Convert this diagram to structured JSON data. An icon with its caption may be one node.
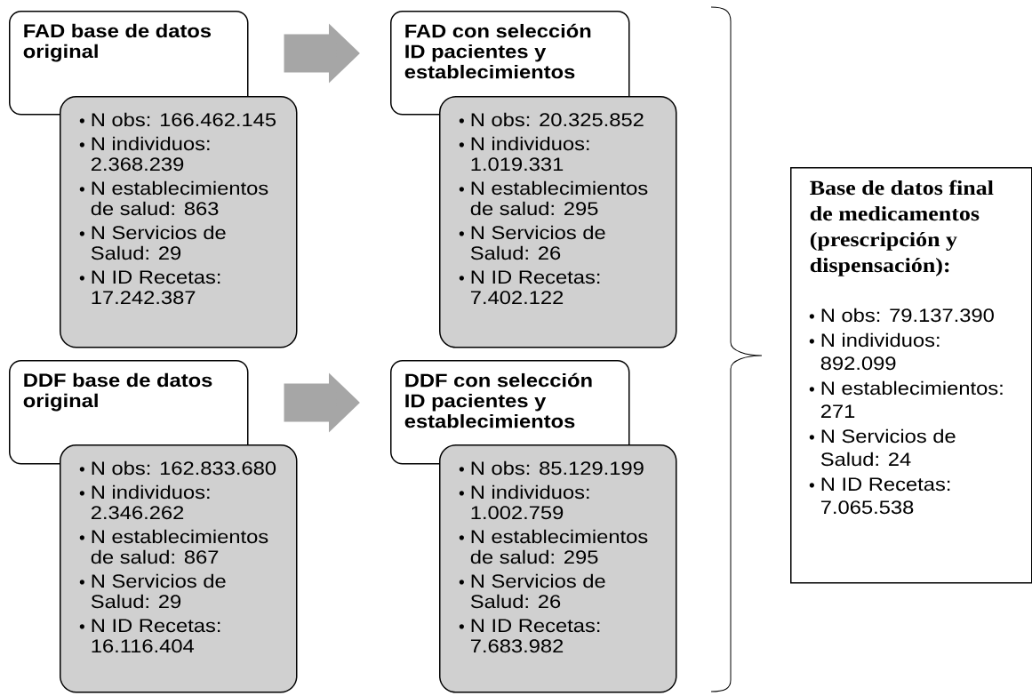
{
  "diagram": {
    "nodes": [
      {
        "text": [
          "FAD base de datos original"
        ]
      },
      {
        "text": [
          "N obs: 166.462.145",
          "N individuos: 2.368.239",
          "N establecimientos de salud: 863",
          "N Servicios de Salud: 29",
          "N ID Recetas: 17.242.387"
        ]
      },
      {
        "text": [
          "FAD con selección ID pacientes y establecimientos"
        ]
      },
      {
        "text": [
          "N obs: 20.325.852",
          "N individuos: 1.019.331",
          "N establecimientos de salud: 295",
          "N Servicios de Salud: 26",
          "N ID Recetas: 7.402.122"
        ]
      },
      {
        "text": [
          "DDF base de datos original"
        ]
      },
      {
        "text": [
          "N obs: 162.833.680",
          "N individuos: 2.346.262",
          "N establecimientos de salud: 867",
          "N Servicios de Salud: 29",
          "N ID Recetas: 16.116.404"
        ]
      },
      {
        "text": [
          "DDF con selección ID pacientes y establecimientos"
        ]
      },
      {
        "text": [
          "N obs: 85.129.199",
          "N individuos: 1.002.759",
          "N establecimientos de salud: 295",
          "N Servicios de Salud: 26",
          "N ID Recetas: 7.683.982"
        ]
      },
      {
        "text": [
          "Base de datos final de medicamentos (prescripción y dispensación):",
          "N obs: 79.137.390",
          "N individuos: 892.099",
          "N establecimientos: 271",
          "N Servicios de Salud: 24",
          "N ID Recetas: 7.065.538"
        ]
      }
    ],
    "edges": [
      {
        "from": 0,
        "to": 2,
        "arrow": "to"
      },
      {
        "from": 4,
        "to": 6,
        "arrow": "to"
      }
    ]
  }
}
